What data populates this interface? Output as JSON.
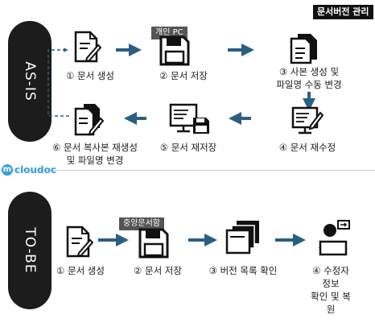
{
  "title": "문서버전 관리",
  "logo": {
    "text": "cloudoc",
    "mark": "m"
  },
  "asis": {
    "label": "AS-IS",
    "tag": "개인 PC",
    "steps": [
      {
        "label": "① 문서 생성"
      },
      {
        "label": "② 문서 저장"
      },
      {
        "label": "③ 사본 생성 및\n파일명 수동 변경"
      },
      {
        "label": "④ 문서 재수정"
      },
      {
        "label": "⑤ 문서 재저장"
      },
      {
        "label": "⑥ 문서 복사본 재생성\n및 파일명 변경"
      }
    ]
  },
  "tobe": {
    "label": "TO-BE",
    "tag": "중앙문서함",
    "steps": [
      {
        "label": "① 문서 생성"
      },
      {
        "label": "② 문서 저장"
      },
      {
        "label": "③ 버전 목록 확인"
      },
      {
        "label": "④ 수정자 정보\n확인 및 복원"
      }
    ]
  },
  "colors": {
    "arrow": "#2b5f82",
    "pill": "#1c1c1c",
    "logo": "#3aa0d8"
  }
}
